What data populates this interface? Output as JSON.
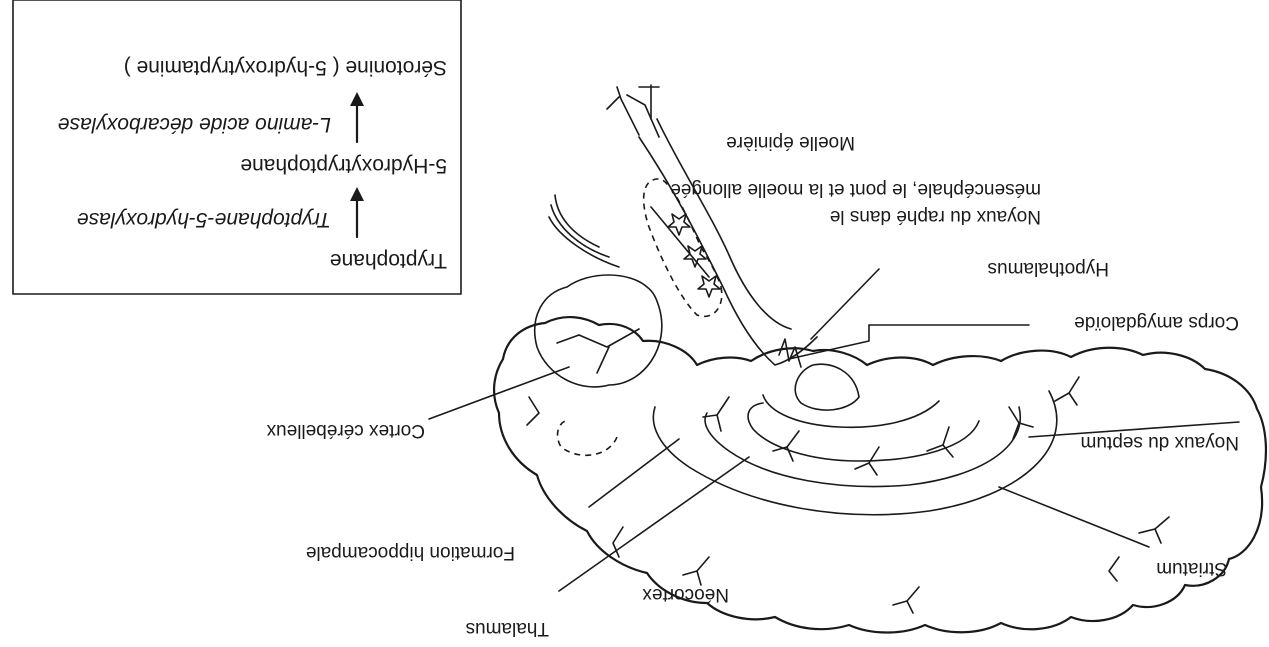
{
  "labels": {
    "neocortex": "Néocortex",
    "thalamus": "Thalamus",
    "striatum": "Striatum",
    "hippocampal_formation": "Formation hippocampale",
    "septal_nuclei": "Noyaux du septum",
    "cerebellar_cortex": "Cortex cérébelleux",
    "amygdala": "Corps amygdaloïde",
    "hypothalamus": "Hypothalamus",
    "raphe_nuclei_line1": "Noyaux du raphé dans le",
    "raphe_nuclei_line2": "mésencéphale, le pont et la moelle allongée",
    "spinal_cord": "Moelle épinière"
  },
  "pathway": {
    "step1": "Tryptophane",
    "enzyme1": "Tryptophane-5-hydroxylase",
    "step2": "5-Hydroxytryptophane",
    "enzyme2": "L-amino acide décarboxylase",
    "step3": "Sérotonine ( 5-hydroxytryptamine )"
  }
}
